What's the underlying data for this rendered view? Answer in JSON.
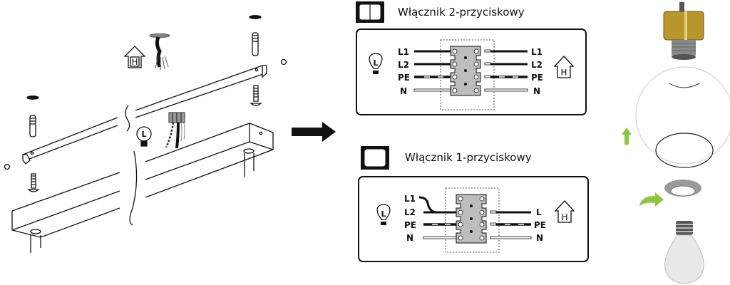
{
  "diagram": {
    "type": "assembly-and-wiring-instructions",
    "assembly_icons": {
      "house_letter": "H",
      "lamp_letter": "L"
    },
    "step_arrow": "right-arrow",
    "switch_2": {
      "title": "Włącznik 2-przyciskowy",
      "left_labels": [
        "L1",
        "L2",
        "PE",
        "N"
      ],
      "right_labels": [
        "L1",
        "L2",
        "PE",
        "N"
      ],
      "lamp_letter": "L",
      "house_letter": "H"
    },
    "switch_1": {
      "title": "Włącznik 1-przyciskowy",
      "left_labels": [
        "L1",
        "L2",
        "PE",
        "N"
      ],
      "right_labels": [
        "L",
        "PE",
        "N"
      ],
      "lamp_letter": "L",
      "house_letter": "H"
    },
    "colors": {
      "line": "#111111",
      "terminal": "#bdbdbd",
      "arrow_green": "#8cc63f",
      "brass": "#b8962e",
      "socket_grey": "#8a8a8a"
    }
  }
}
